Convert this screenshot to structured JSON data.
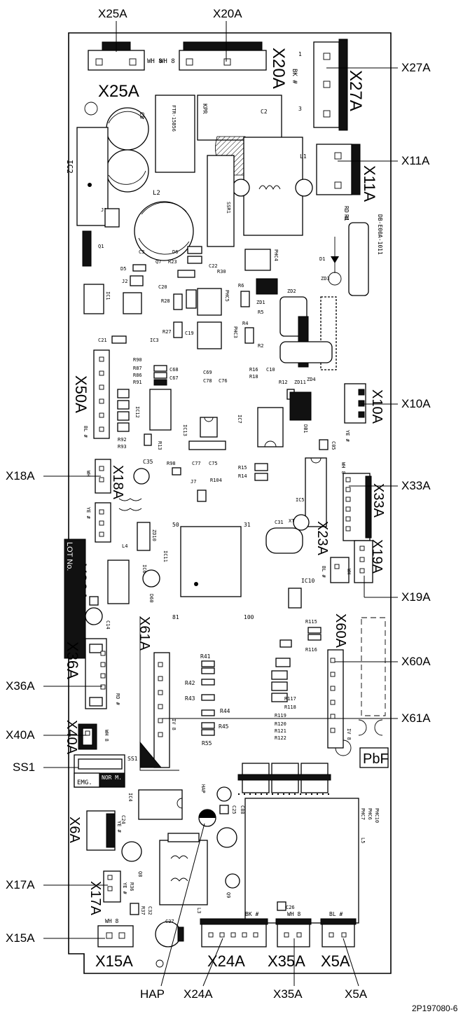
{
  "callouts": {
    "x25a": "X25A",
    "x20a": "X20A",
    "x27a": "X27A",
    "x11a": "X11A",
    "x10a": "X10A",
    "x18a": "X18A",
    "x33a": "X33A",
    "x19a": "X19A",
    "x60a": "X60A",
    "x36a": "X36A",
    "x61a": "X61A",
    "x40a": "X40A",
    "ss1": "SS1",
    "x17a": "X17A",
    "x15a": "X15A",
    "hap": "HAP",
    "x24a": "X24A",
    "x35a": "X35A",
    "x5a": "X5A"
  },
  "board_labels": {
    "x25a": "X25A",
    "x20a": "X20A",
    "x27a": "X27A",
    "x11a": "X11A",
    "x10a": "X10A",
    "x50a": "X50A",
    "x18a": "X18A",
    "x33a": "X33A",
    "x26a": "X26A",
    "x23a": "X23A",
    "x19a": "X19A",
    "x61a": "X61A",
    "x60a": "X60A",
    "x36a": "X36A",
    "x40a": "X40A",
    "x6a": "X6A",
    "x17a": "X17A",
    "x15a": "X15A",
    "x24a": "X24A",
    "x35a": "X35A",
    "x5a": "X5A",
    "pbf": "PbF",
    "emg": "EMG.",
    "nor": "NOR M.",
    "ss1": "SS1",
    "hap": "HAP",
    "lot": "LOT No."
  },
  "silk_labels": {
    "wh8": "WH 8",
    "wh": "WH",
    "bk": "BK #",
    "rd": "RD #",
    "ye": "YE #",
    "bl": "BL #",
    "iv": "IV 8",
    "kpr": "KPR",
    "c2": "C2",
    "c8": "C8",
    "c3": "C3",
    "ic2": "IC2",
    "l1": "L1",
    "l2": "L2",
    "l3": "L3",
    "l4": "L4",
    "l5": "L5",
    "j1": "J1",
    "j2": "J2",
    "q1": "Q1",
    "ic1": "IC1",
    "ssr1": "SSR1",
    "phc4": "PHC4",
    "phc5": "PHC5",
    "phc3": "PHC3",
    "ic3": "IC3",
    "d5": "D5",
    "d6": "D6",
    "q7": "Q7",
    "r23": "R23",
    "r30": "R30",
    "c22": "C22",
    "c20": "C20",
    "r28": "R28",
    "r6": "R6",
    "zd1": "ZD1",
    "r5": "R5",
    "zd2": "ZD2",
    "zd3": "ZD3",
    "d1": "D1",
    "r1": "R1",
    "r2": "R2",
    "r4": "R4",
    "zd4": "ZD4",
    "db1": "DB1",
    "c21": "C21",
    "c19": "C19",
    "r27": "R27",
    "r90": "R90",
    "r87": "R87",
    "r86": "R86",
    "r91": "R91",
    "c68": "C68",
    "c67": "C67",
    "c69": "C69",
    "c78": "C78",
    "c76": "C76",
    "r16": "R16",
    "r18": "R18",
    "c10": "C10",
    "r12": "R12",
    "zd11": "ZD11",
    "ic12": "IC12",
    "r92": "R92",
    "r93": "R93",
    "r13": "R13",
    "ic13": "IC13",
    "ic7": "IC7",
    "c05": "C05",
    "c35": "C35",
    "r98": "R98",
    "c77": "C77",
    "c75": "C75",
    "r15": "R15",
    "r14": "R14",
    "ic5": "IC5",
    "r104": "R104",
    "j7": "J7",
    "zd10": "ZD10",
    "ic6": "IC6",
    "ic11": "IC11",
    "c31": "C31",
    "xt2": "XT2",
    "ic10": "IC10",
    "d60": "D60",
    "c14": "C14",
    "r115": "R115",
    "r116": "R116",
    "r41": "R41",
    "r42": "R42",
    "r43": "R43",
    "r44": "R44",
    "r45": "R45",
    "r55": "R55",
    "r117": "R117",
    "r118": "R118",
    "r119": "R119",
    "r120": "R120",
    "r121": "R121",
    "r122": "R122",
    "ic4": "IC4",
    "c24": "C24",
    "c25": "C25",
    "c88": "C88",
    "phc7": "PHC7",
    "phc6": "PHC6",
    "phc10": "PHC10",
    "q8": "Q8",
    "q9": "Q9",
    "r36": "R36",
    "r37": "R37",
    "c32": "C32",
    "c27": "C27",
    "c26": "C26",
    "db_code": "DB-E00A-1011",
    "fa_code": "FTR-15B56"
  },
  "doc_number": "2P197080-6"
}
